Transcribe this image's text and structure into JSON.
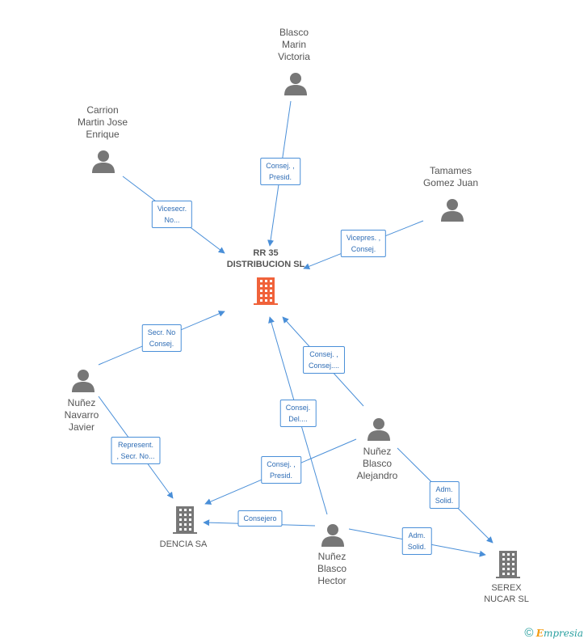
{
  "colors": {
    "edge": "#4a8fd8",
    "person": "#777777",
    "company": "#777777",
    "main_company": "#f0623a"
  },
  "nodes": [
    {
      "id": "rr35",
      "type": "main-company",
      "label": "RR 35\nDISTRIBUCION SL"
    },
    {
      "id": "blasco_marin",
      "type": "person",
      "label": "Blasco\nMarin\nVictoria"
    },
    {
      "id": "carrion",
      "type": "person",
      "label": "Carrion\nMartin Jose\nEnrique"
    },
    {
      "id": "tamames",
      "type": "person",
      "label": "Tamames\nGomez Juan"
    },
    {
      "id": "nunez_navarro",
      "type": "person",
      "label": "Nuñez\nNavarro\nJavier"
    },
    {
      "id": "nunez_alejandro",
      "type": "person",
      "label": "Nuñez\nBlasco\nAlejandro"
    },
    {
      "id": "nunez_hector",
      "type": "person",
      "label": "Nuñez\nBlasco\nHector"
    },
    {
      "id": "dencia",
      "type": "company",
      "label": "DENCIA SA"
    },
    {
      "id": "serex",
      "type": "company",
      "label": "SEREX\nNUCAR  SL"
    }
  ],
  "edges": [
    {
      "from": "blasco_marin",
      "to": "rr35",
      "label": "Consej. ,\nPresid."
    },
    {
      "from": "carrion",
      "to": "rr35",
      "label": "Vicesecr.\nNo..."
    },
    {
      "from": "tamames",
      "to": "rr35",
      "label": "Vicepres. ,\nConsej."
    },
    {
      "from": "nunez_navarro",
      "to": "rr35",
      "label": "Secr.  No\nConsej."
    },
    {
      "from": "nunez_alejandro",
      "to": "rr35",
      "label": "Consej. ,\nConsej...."
    },
    {
      "from": "nunez_hector",
      "to": "rr35",
      "label": "Consej.\nDel...."
    },
    {
      "from": "nunez_navarro",
      "to": "dencia",
      "label": "Represent.\n, Secr. No..."
    },
    {
      "from": "nunez_alejandro",
      "to": "dencia",
      "label": "Consej. ,\nPresid."
    },
    {
      "from": "nunez_hector",
      "to": "dencia",
      "label": "Consejero"
    },
    {
      "from": "nunez_alejandro",
      "to": "serex",
      "label": "Adm.\nSolid."
    },
    {
      "from": "nunez_hector",
      "to": "serex",
      "label": "Adm.\nSolid."
    }
  ],
  "brand": {
    "copyright": "©",
    "first": "E",
    "rest": "mpresia"
  }
}
